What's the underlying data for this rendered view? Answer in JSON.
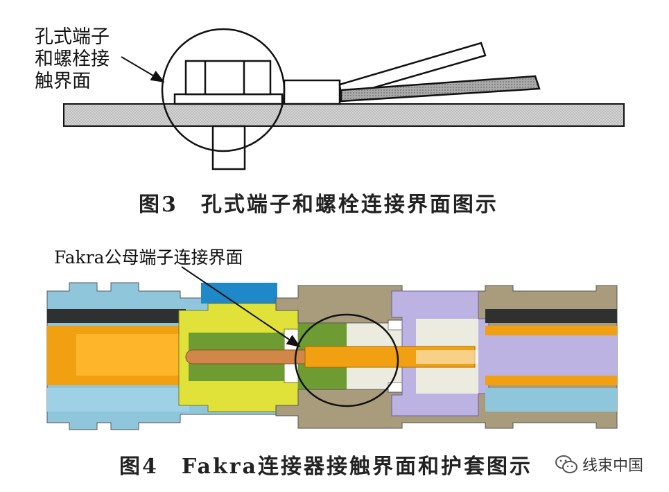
{
  "figure3": {
    "callout_lines": [
      "孔式端子",
      "和螺栓接",
      "触界面"
    ],
    "caption": "图3　孔式端子和螺栓连接界面图示"
  },
  "figure4": {
    "callout": "Fakra公母端子连接界面",
    "caption": "图4　Fakra连接器接触界面和护套图示"
  },
  "watermark": {
    "icon": "wechat-icon",
    "text": "线束中国"
  },
  "colors": {
    "stripe_gray": "#c8c8c8",
    "blue_light": "#8fc6dc",
    "blue_dark": "#1e88c8",
    "yellow": "#e0e23a",
    "green": "#6e9c32",
    "orange": "#f0a010",
    "copper": "#d2874a",
    "lavender": "#bcb3e2",
    "cream": "#ecebe0",
    "taupe": "#a89c7c",
    "dark_band": "#2f3030"
  }
}
